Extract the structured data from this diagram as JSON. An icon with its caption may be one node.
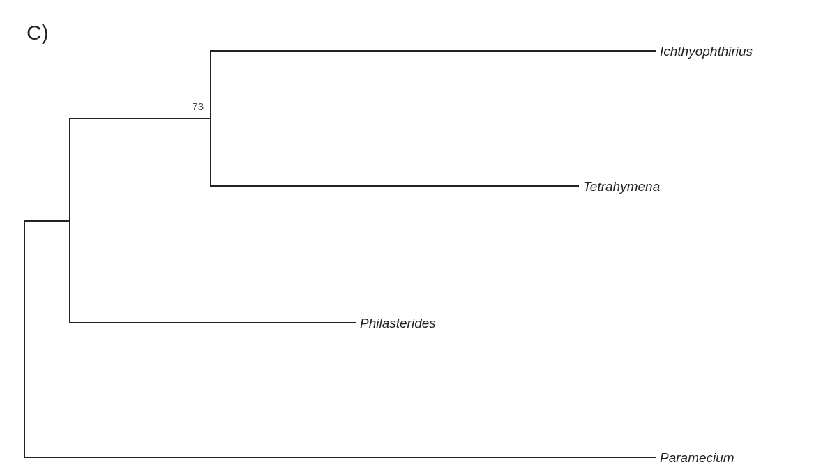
{
  "diagram": {
    "nodes": [
      {
        "text": [],
        "shape": "bar"
      },
      {
        "text": [],
        "shape": "bar"
      },
      {
        "text": [],
        "shape": "bar",
        "beside": [
          "73"
        ]
      },
      {
        "text": [
          "Ichthyophthirius"
        ]
      },
      {
        "text": [
          "Tetrahymena"
        ]
      },
      {
        "text": [
          "Philasterides"
        ]
      },
      {
        "text": [
          "Paramecium"
        ]
      }
    ],
    "edges": [
      {
        "from": 0,
        "to": 1,
        "arrow": "none"
      },
      {
        "from": 1,
        "to": 2,
        "arrow": "none"
      },
      {
        "from": 2,
        "to": 3,
        "arrow": "none"
      },
      {
        "from": 2,
        "to": 4,
        "arrow": "none"
      },
      {
        "from": 1,
        "to": 5,
        "arrow": "none"
      },
      {
        "from": 0,
        "to": 6,
        "arrow": "none"
      }
    ],
    "labels": [
      "C)"
    ]
  }
}
